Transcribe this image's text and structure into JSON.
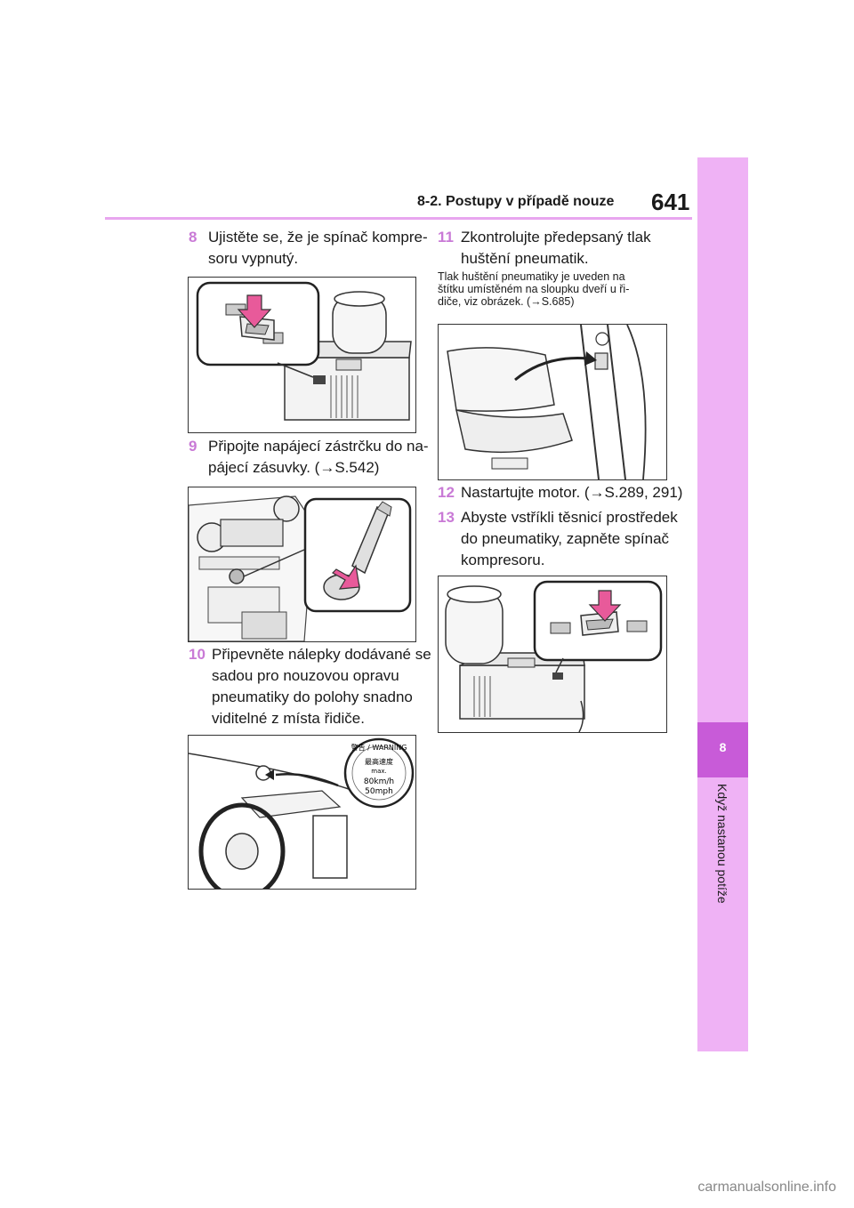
{
  "header": {
    "section": "8-2. Postupy v případě nouze",
    "page_number": "641"
  },
  "side_tab": {
    "chapter_number": "8",
    "chapter_title": "Když nastanou potíže"
  },
  "steps": {
    "s8": {
      "num": "8",
      "lines": [
        "Ujistěte se, že je spínač kompre-",
        "soru vypnutý."
      ]
    },
    "s9": {
      "num": "9",
      "lines": [
        "Připojte napájecí zástrčku do na-",
        "pájecí zásuvky. (→S.542)"
      ]
    },
    "s10": {
      "num": "10",
      "lines": [
        "Připevněte nálepky dodávané se",
        "sadou pro nouzovou opravu",
        "pneumatiky do polohy snadno",
        "viditelné z místa řidiče."
      ]
    },
    "s11": {
      "num": "11",
      "lines": [
        "Zkontrolujte předepsaný tlak",
        "huštění pneumatik."
      ]
    },
    "s12": {
      "num": "12",
      "lines": [
        "Nastartujte motor. (→S.289, 291)"
      ]
    },
    "s13": {
      "num": "13",
      "lines": [
        "Abyste vstříkli těsnicí prostředek",
        "do pneumatiky, zapněte spínač",
        "kompresoru."
      ]
    }
  },
  "note": {
    "lines": [
      "Tlak huštění pneumatiky je uveden na",
      "štítku umístěném na sloupku dveří u ři-",
      "diče, viz obrázek. (→S.685)"
    ]
  },
  "sticker": {
    "warning": "警告 / WARNING",
    "jp_title": "最高速度",
    "max": "max.",
    "speed_kmh": "80km/h",
    "speed_mph": "50mph"
  },
  "watermark": "carmanualsonline.info",
  "colors": {
    "accent": "#c97ad6",
    "tab": "#efb2f5",
    "tab_active": "#c85bd8",
    "rule": "#e8a6ef"
  }
}
